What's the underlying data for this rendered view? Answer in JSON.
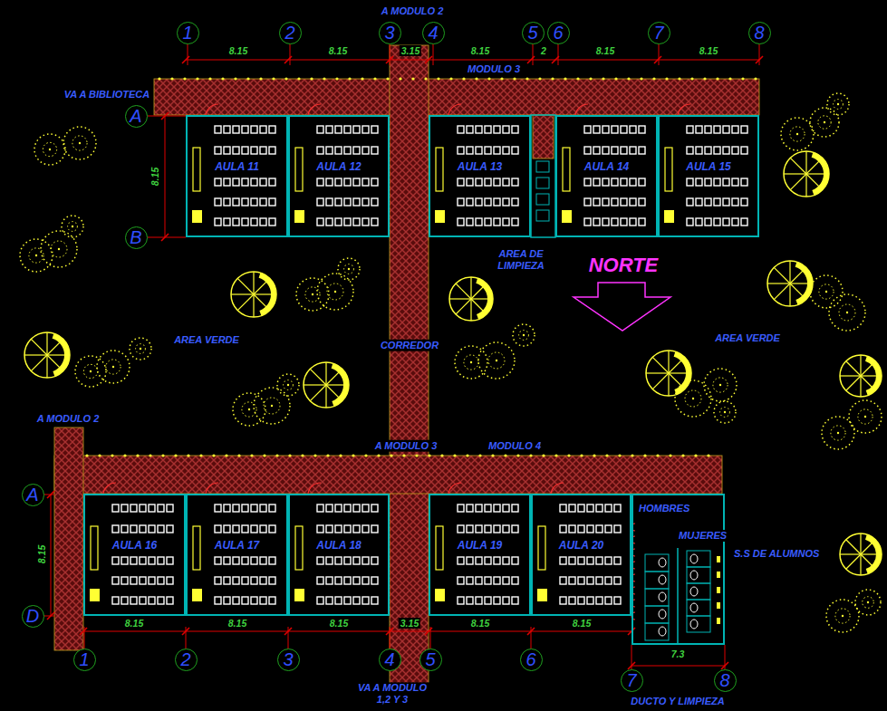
{
  "diagram": {
    "nodes": [
      {
        "text": [
          "1"
        ]
      },
      {
        "text": [
          "2"
        ]
      },
      {
        "text": [
          "3"
        ]
      },
      {
        "text": [
          "4"
        ]
      },
      {
        "text": [
          "5"
        ]
      },
      {
        "text": [
          "6"
        ]
      },
      {
        "text": [
          "7"
        ]
      },
      {
        "text": [
          "8"
        ]
      },
      {
        "text": [
          "A"
        ]
      },
      {
        "text": [
          "B"
        ]
      },
      {
        "text": [
          "AULA 11"
        ]
      },
      {
        "text": [
          "AULA 12"
        ]
      },
      {
        "text": [
          "AULA 13"
        ]
      },
      {
        "text": [
          "AULA 14"
        ]
      },
      {
        "text": [
          "AULA 15"
        ]
      },
      {
        "text": [
          "A"
        ]
      },
      {
        "text": [
          "D"
        ]
      },
      {
        "text": [
          "AULA 16"
        ]
      },
      {
        "text": [
          "AULA 17"
        ]
      },
      {
        "text": [
          "AULA 18"
        ]
      },
      {
        "text": [
          "AULA 19"
        ]
      },
      {
        "text": [
          "AULA 20"
        ]
      },
      {
        "text": [
          "HOMBRES",
          "MUJERES",
          "S.S DE ALUMNOS"
        ]
      },
      {
        "text": [
          "1"
        ]
      },
      {
        "text": [
          "2"
        ]
      },
      {
        "text": [
          "3"
        ]
      },
      {
        "text": [
          "4"
        ]
      },
      {
        "text": [
          "5"
        ]
      },
      {
        "text": [
          "6"
        ]
      },
      {
        "text": [
          "7"
        ]
      },
      {
        "text": [
          "8"
        ]
      }
    ],
    "labels": [
      "A MODULO 2",
      "8.15",
      "8.15",
      "3.15",
      "8.15",
      "2",
      "8.15",
      "8.15",
      "MODULO 3",
      "VA A BIBLIOTECA",
      "8.15",
      "AREA DE LIMPIEZA",
      "NORTE",
      "AREA VERDE",
      "CORREDOR",
      "AREA VERDE",
      "A MODULO 2",
      "A MODULO 3",
      "MODULO 4",
      "8.15",
      "8.15",
      "8.15",
      "8.15",
      "3.15",
      "8.15",
      "8.15",
      "7.3",
      "VA A MODULO 1,2 Y 3",
      "DUCTO Y LIMPIEZA"
    ]
  }
}
